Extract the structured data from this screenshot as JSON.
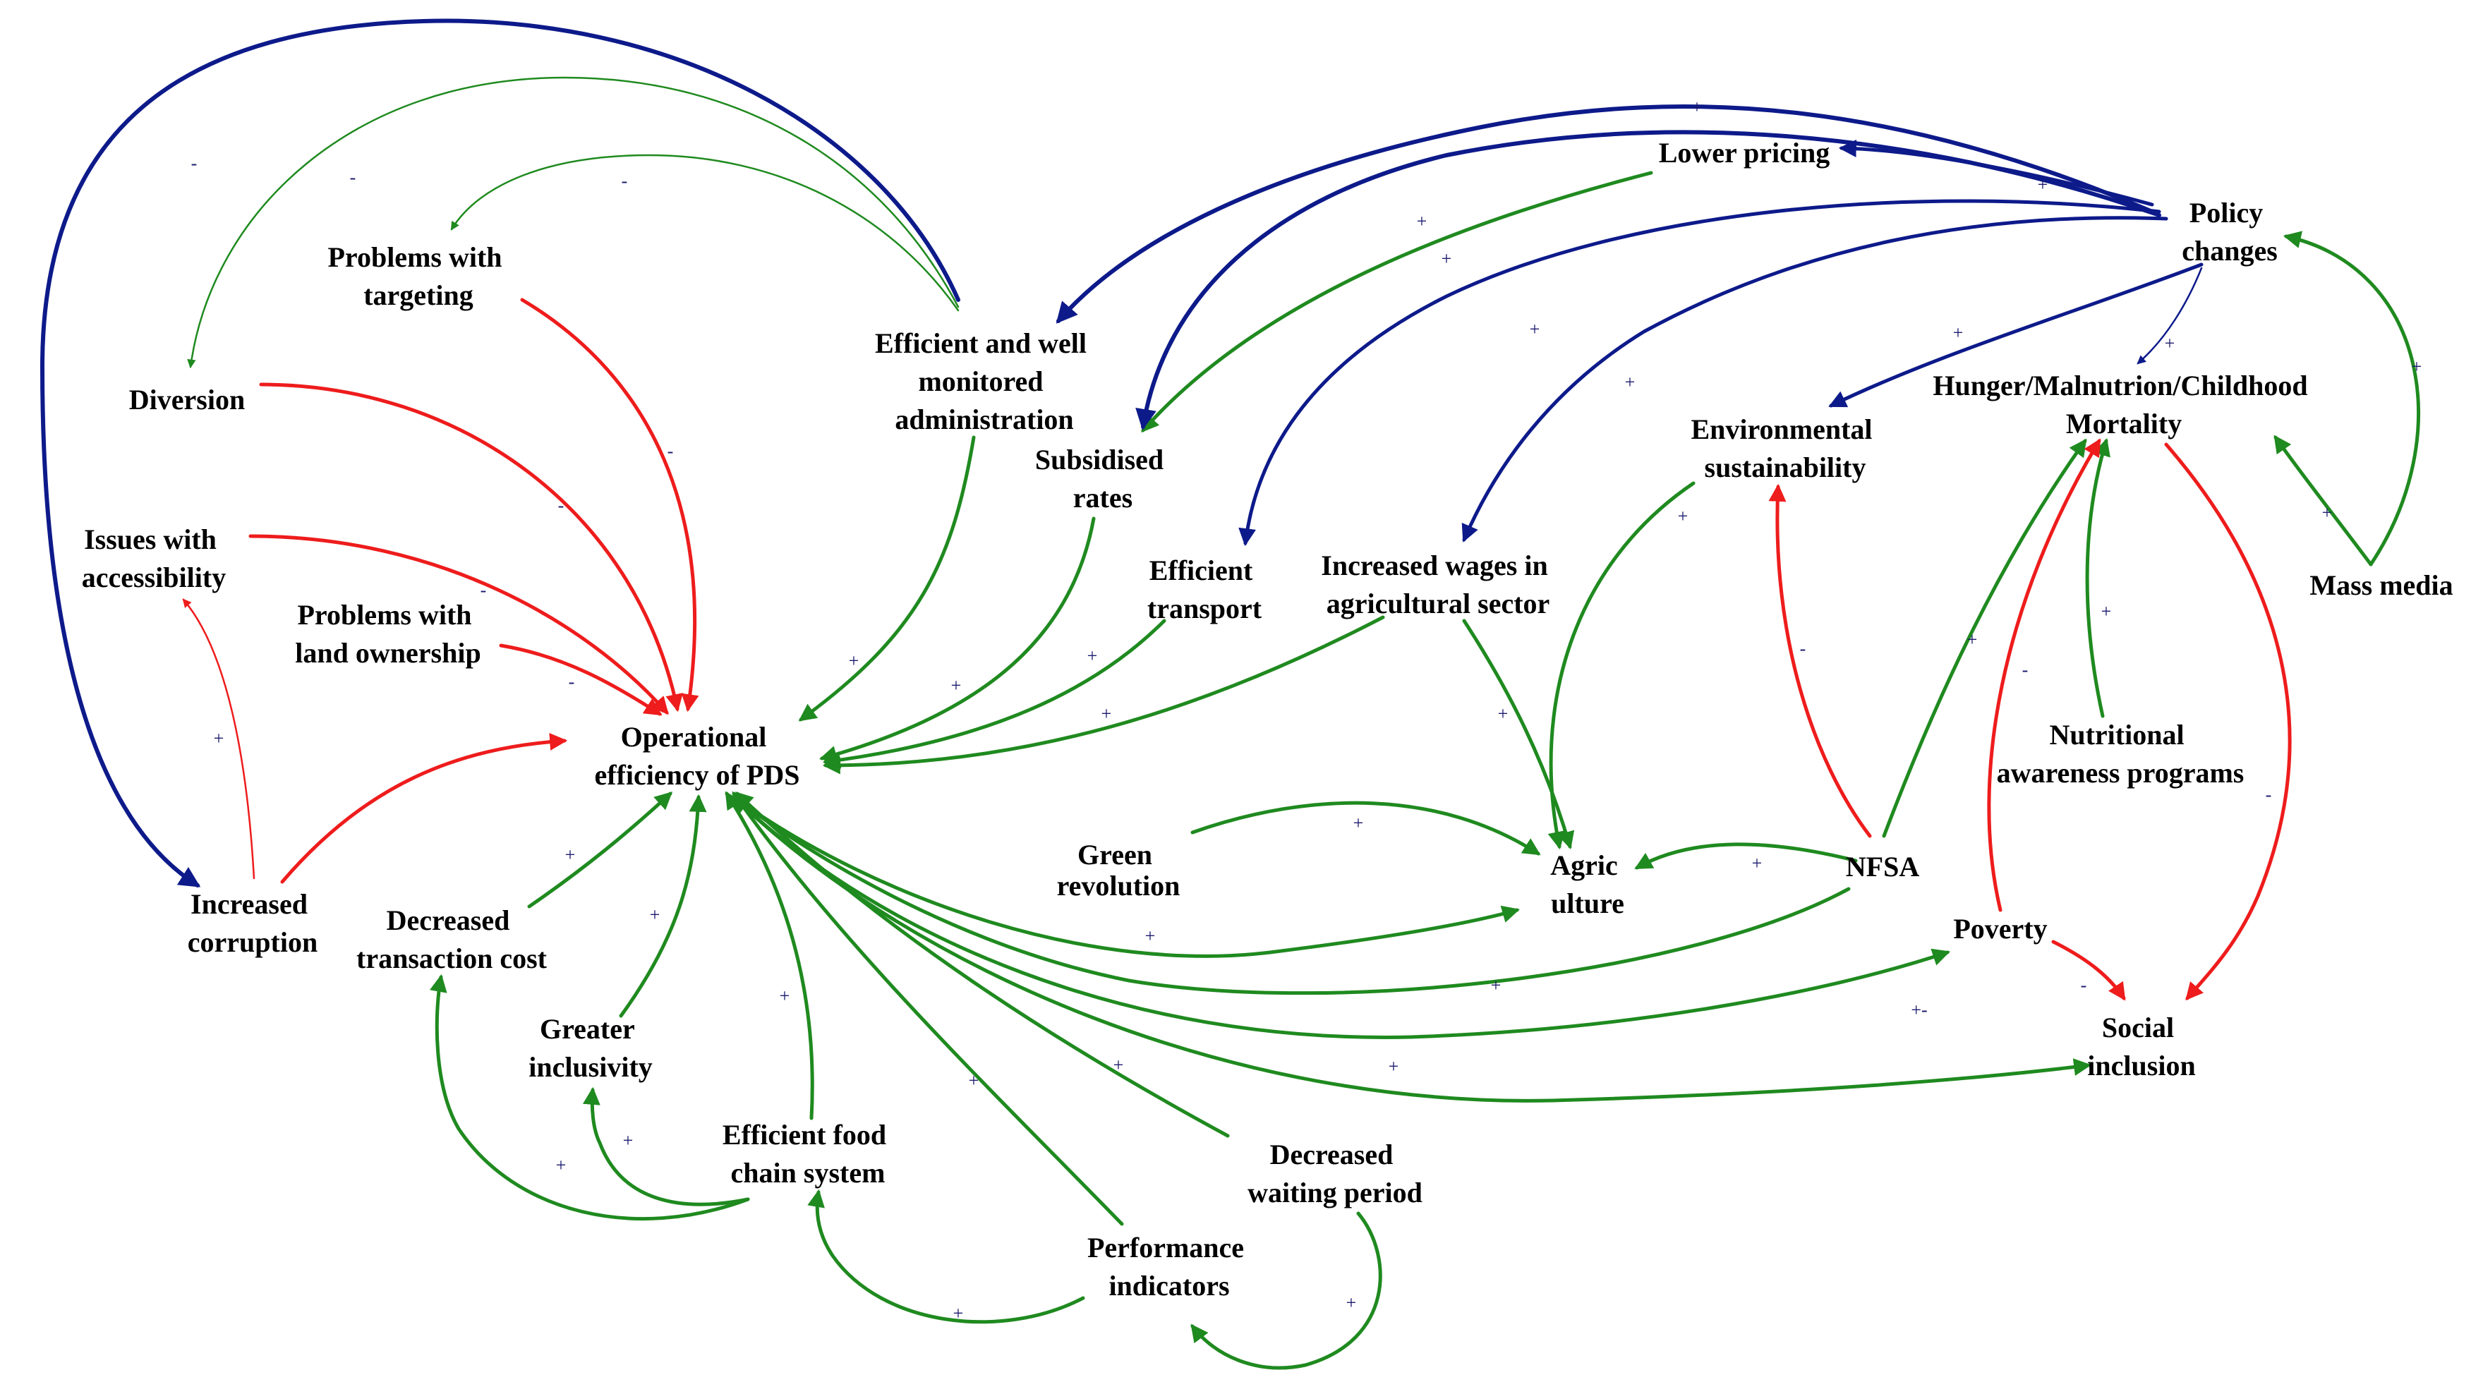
{
  "colors": {
    "positive": "#1f8a1f",
    "negative": "#ee1c1c",
    "policy": "#0d1a8a",
    "text": "#000000"
  },
  "nodes": {
    "operational_efficiency": [
      "Operational",
      "efficiency of PDS"
    ],
    "problems_targeting": [
      "Problems with",
      "targeting"
    ],
    "diversion": [
      "Diversion"
    ],
    "issues_accessibility": [
      "Issues with",
      "accessibility"
    ],
    "problems_land": [
      "Problems with",
      "land ownership"
    ],
    "increased_corruption": [
      "Increased",
      "corruption"
    ],
    "decreased_transaction": [
      "Decreased",
      "transaction cost"
    ],
    "greater_inclusivity": [
      "Greater",
      "inclusivity"
    ],
    "efficient_food_chain": [
      "Efficient food",
      "chain system"
    ],
    "performance_indicators": [
      "Performance",
      "indicators"
    ],
    "decreased_waiting": [
      "Decreased",
      "waiting period"
    ],
    "efficient_admin": [
      "Efficient and well",
      "monitored",
      "administration"
    ],
    "subsidised_rates": [
      "Subsidised",
      "rates"
    ],
    "efficient_transport": [
      "Efficient",
      "transport"
    ],
    "increased_wages": [
      "Increased wages in",
      "agricultural sector"
    ],
    "lower_pricing": [
      "Lower pricing"
    ],
    "policy_changes": [
      "Policy",
      "changes"
    ],
    "environmental_sustainability": [
      "Environmental",
      "sustainability"
    ],
    "hunger": [
      "Hunger/Malnutrion/Childhood",
      "Mortality"
    ],
    "green_revolution": [
      "Green",
      "revolution"
    ],
    "agriculture": [
      "Agric",
      "ulture"
    ],
    "nfsa": [
      "NFSA"
    ],
    "nutritional_awareness": [
      "Nutritional",
      "awareness programs"
    ],
    "mass_media": [
      "Mass media"
    ],
    "poverty": [
      "Poverty"
    ],
    "social_inclusion": [
      "Social",
      "inclusion"
    ]
  },
  "links": [
    {
      "id": "admin-to-corruption",
      "from": "Efficient and well monitored administration",
      "to": "Increased corruption",
      "polarity": "-",
      "color": "policy"
    },
    {
      "id": "admin-to-diversion",
      "from": "Efficient and well monitored administration",
      "to": "Diversion",
      "polarity": "-",
      "color": "positive"
    },
    {
      "id": "admin-to-targeting",
      "from": "Efficient and well monitored administration",
      "to": "Problems with targeting",
      "polarity": "-",
      "color": "positive"
    },
    {
      "id": "admin-to-ope",
      "from": "Efficient and well monitored administration",
      "to": "Operational efficiency of PDS",
      "polarity": "+",
      "color": "positive"
    },
    {
      "id": "targeting-to-ope",
      "from": "Problems with targeting",
      "to": "Operational efficiency of PDS",
      "polarity": "-",
      "color": "negative"
    },
    {
      "id": "diversion-to-ope",
      "from": "Diversion",
      "to": "Operational efficiency of PDS",
      "polarity": "-",
      "color": "negative"
    },
    {
      "id": "access-to-ope",
      "from": "Issues with accessibility",
      "to": "Operational efficiency of PDS",
      "polarity": "-",
      "color": "negative"
    },
    {
      "id": "land-to-ope",
      "from": "Problems with land ownership",
      "to": "Operational efficiency of PDS",
      "polarity": "-",
      "color": "negative"
    },
    {
      "id": "corruption-to-ope",
      "from": "Increased corruption",
      "to": "Operational efficiency of PDS",
      "polarity": "",
      "color": "negative"
    },
    {
      "id": "corruption-to-access",
      "from": "Increased corruption",
      "to": "Issues with accessibility",
      "polarity": "+",
      "color": "negative"
    },
    {
      "id": "transaction-to-ope",
      "from": "Decreased transaction cost",
      "to": "Operational efficiency of PDS",
      "polarity": "+",
      "color": "positive"
    },
    {
      "id": "inclusivity-to-ope",
      "from": "Greater inclusivity",
      "to": "Operational efficiency of PDS",
      "polarity": "+",
      "color": "positive"
    },
    {
      "id": "foodchain-to-ope",
      "from": "Efficient food chain system",
      "to": "Operational efficiency of PDS",
      "polarity": "+",
      "color": "positive"
    },
    {
      "id": "foodchain-to-transaction",
      "from": "Efficient food chain system",
      "to": "Decreased transaction cost",
      "polarity": "+",
      "color": "positive"
    },
    {
      "id": "foodchain-to-inclusivity",
      "from": "Efficient food chain system",
      "to": "Greater inclusivity",
      "polarity": "+",
      "color": "positive"
    },
    {
      "id": "performance-to-ope",
      "from": "Performance indicators",
      "to": "Operational efficiency of PDS",
      "polarity": "+",
      "color": "positive"
    },
    {
      "id": "performance-to-foodchain",
      "from": "Performance indicators",
      "to": "Efficient food chain system",
      "polarity": "+",
      "color": "positive"
    },
    {
      "id": "waiting-to-ope",
      "from": "Decreased waiting period",
      "to": "Operational efficiency of PDS",
      "polarity": "+",
      "color": "positive"
    },
    {
      "id": "waiting-to-performance",
      "from": "Decreased waiting period",
      "to": "Performance indicators",
      "polarity": "+",
      "color": "positive"
    },
    {
      "id": "subsidised-to-ope",
      "from": "Subsidised rates",
      "to": "Operational efficiency of PDS",
      "polarity": "+",
      "color": "positive"
    },
    {
      "id": "transport-to-ope",
      "from": "Efficient transport",
      "to": "Operational efficiency of PDS",
      "polarity": "+",
      "color": "positive"
    },
    {
      "id": "wages-to-ope",
      "from": "Increased wages in agricultural sector",
      "to": "Operational efficiency of PDS",
      "polarity": "+",
      "color": "positive"
    },
    {
      "id": "lowerpricing-to-subsidised",
      "from": "Lower pricing",
      "to": "Subsidised rates",
      "polarity": "+",
      "color": "positive"
    },
    {
      "id": "policy-to-lowerpricing",
      "from": "Policy changes",
      "to": "Lower pricing",
      "polarity": "",
      "color": "policy"
    },
    {
      "id": "policy-to-admin",
      "from": "Policy changes",
      "to": "Efficient and well monitored administration",
      "polarity": "+",
      "color": "policy"
    },
    {
      "id": "policy-to-subsidised",
      "from": "Policy changes",
      "to": "Subsidised rates",
      "polarity": "+",
      "color": "policy"
    },
    {
      "id": "policy-to-transport",
      "from": "Policy changes",
      "to": "Efficient transport",
      "polarity": "+",
      "color": "policy"
    },
    {
      "id": "policy-to-wages",
      "from": "Policy changes",
      "to": "Increased wages in agricultural sector",
      "polarity": "+",
      "color": "policy"
    },
    {
      "id": "policy-to-environment",
      "from": "Policy changes",
      "to": "Environmental sustainability",
      "polarity": "+",
      "color": "policy"
    },
    {
      "id": "policy-to-hunger",
      "from": "Policy changes",
      "to": "Hunger/Malnutrion/Childhood Mortality",
      "polarity": "+",
      "color": "policy"
    },
    {
      "id": "massmedia-to-policy",
      "from": "Mass media",
      "to": "Policy changes",
      "polarity": "+",
      "color": "positive"
    },
    {
      "id": "massmedia-to-hunger",
      "from": "Mass media",
      "to": "Hunger/Malnutrion/Childhood Mortality",
      "polarity": "+",
      "color": "positive"
    },
    {
      "id": "wages-to-agriculture",
      "from": "Increased wages in agricultural sector",
      "to": "Agriculture",
      "polarity": "+",
      "color": "positive"
    },
    {
      "id": "environment-to-agriculture",
      "from": "Environmental sustainability",
      "to": "Agriculture",
      "polarity": "+",
      "color": "positive"
    },
    {
      "id": "green-to-agriculture",
      "from": "Green revolution",
      "to": "Agriculture",
      "polarity": "+",
      "color": "positive"
    },
    {
      "id": "nfsa-to-agriculture",
      "from": "NFSA",
      "to": "Agriculture",
      "polarity": "+",
      "color": "positive"
    },
    {
      "id": "nfsa-to-environment",
      "from": "NFSA",
      "to": "Environmental sustainability",
      "polarity": "-",
      "color": "negative"
    },
    {
      "id": "nfsa-to-hunger",
      "from": "NFSA",
      "to": "Hunger/Malnutrion/Childhood Mortality",
      "polarity": "+",
      "color": "positive"
    },
    {
      "id": "nfsa-to-ope",
      "from": "NFSA",
      "to": "Operational efficiency of PDS",
      "polarity": "+",
      "color": "positive"
    },
    {
      "id": "ope-to-agriculture",
      "from": "Operational efficiency of PDS",
      "to": "Agriculture",
      "polarity": "+",
      "color": "positive"
    },
    {
      "id": "ope-to-poverty",
      "from": "Operational efficiency of PDS",
      "to": "Poverty",
      "polarity": "+-",
      "color": "positive"
    },
    {
      "id": "ope-to-social",
      "from": "Operational efficiency of PDS",
      "to": "Social inclusion",
      "polarity": "+",
      "color": "positive"
    },
    {
      "id": "nutrition-to-hunger",
      "from": "Nutritional awareness programs",
      "to": "Hunger/Malnutrion/Childhood Mortality",
      "polarity": "+",
      "color": "positive"
    },
    {
      "id": "poverty-to-hunger",
      "from": "Poverty",
      "to": "Hunger/Malnutrion/Childhood Mortality",
      "polarity": "-",
      "color": "negative"
    },
    {
      "id": "poverty-to-social",
      "from": "Poverty",
      "to": "Social inclusion",
      "polarity": "-",
      "color": "negative"
    },
    {
      "id": "hunger-to-social",
      "from": "Hunger/Malnutrion/Childhood Mortality",
      "to": "Social inclusion",
      "polarity": "-",
      "color": "negative"
    }
  ]
}
